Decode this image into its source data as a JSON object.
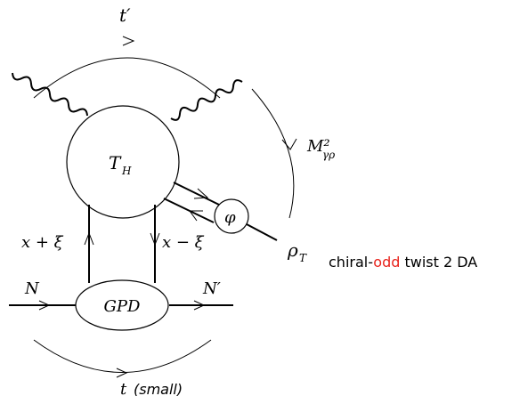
{
  "labels": {
    "t_prime": "t′",
    "photon_mass": "M²",
    "photon_mass_sub": "γρ",
    "hard_part": "T",
    "hard_part_sub": "H",
    "da": "φ",
    "rho": "ρ",
    "rho_sub": "T",
    "x_plus_xi": "x + ξ",
    "x_minus_xi": "x − ξ",
    "nucleon_in": "N",
    "nucleon_out": "N′",
    "gpd": "GPD",
    "t_small": "t",
    "t_small_note": "(small)",
    "caption_prefix": "chiral-",
    "caption_highlight": "odd",
    "caption_suffix": " twist 2 DA"
  },
  "colors": {
    "highlight": "#e8221b",
    "ink": "#000000"
  }
}
